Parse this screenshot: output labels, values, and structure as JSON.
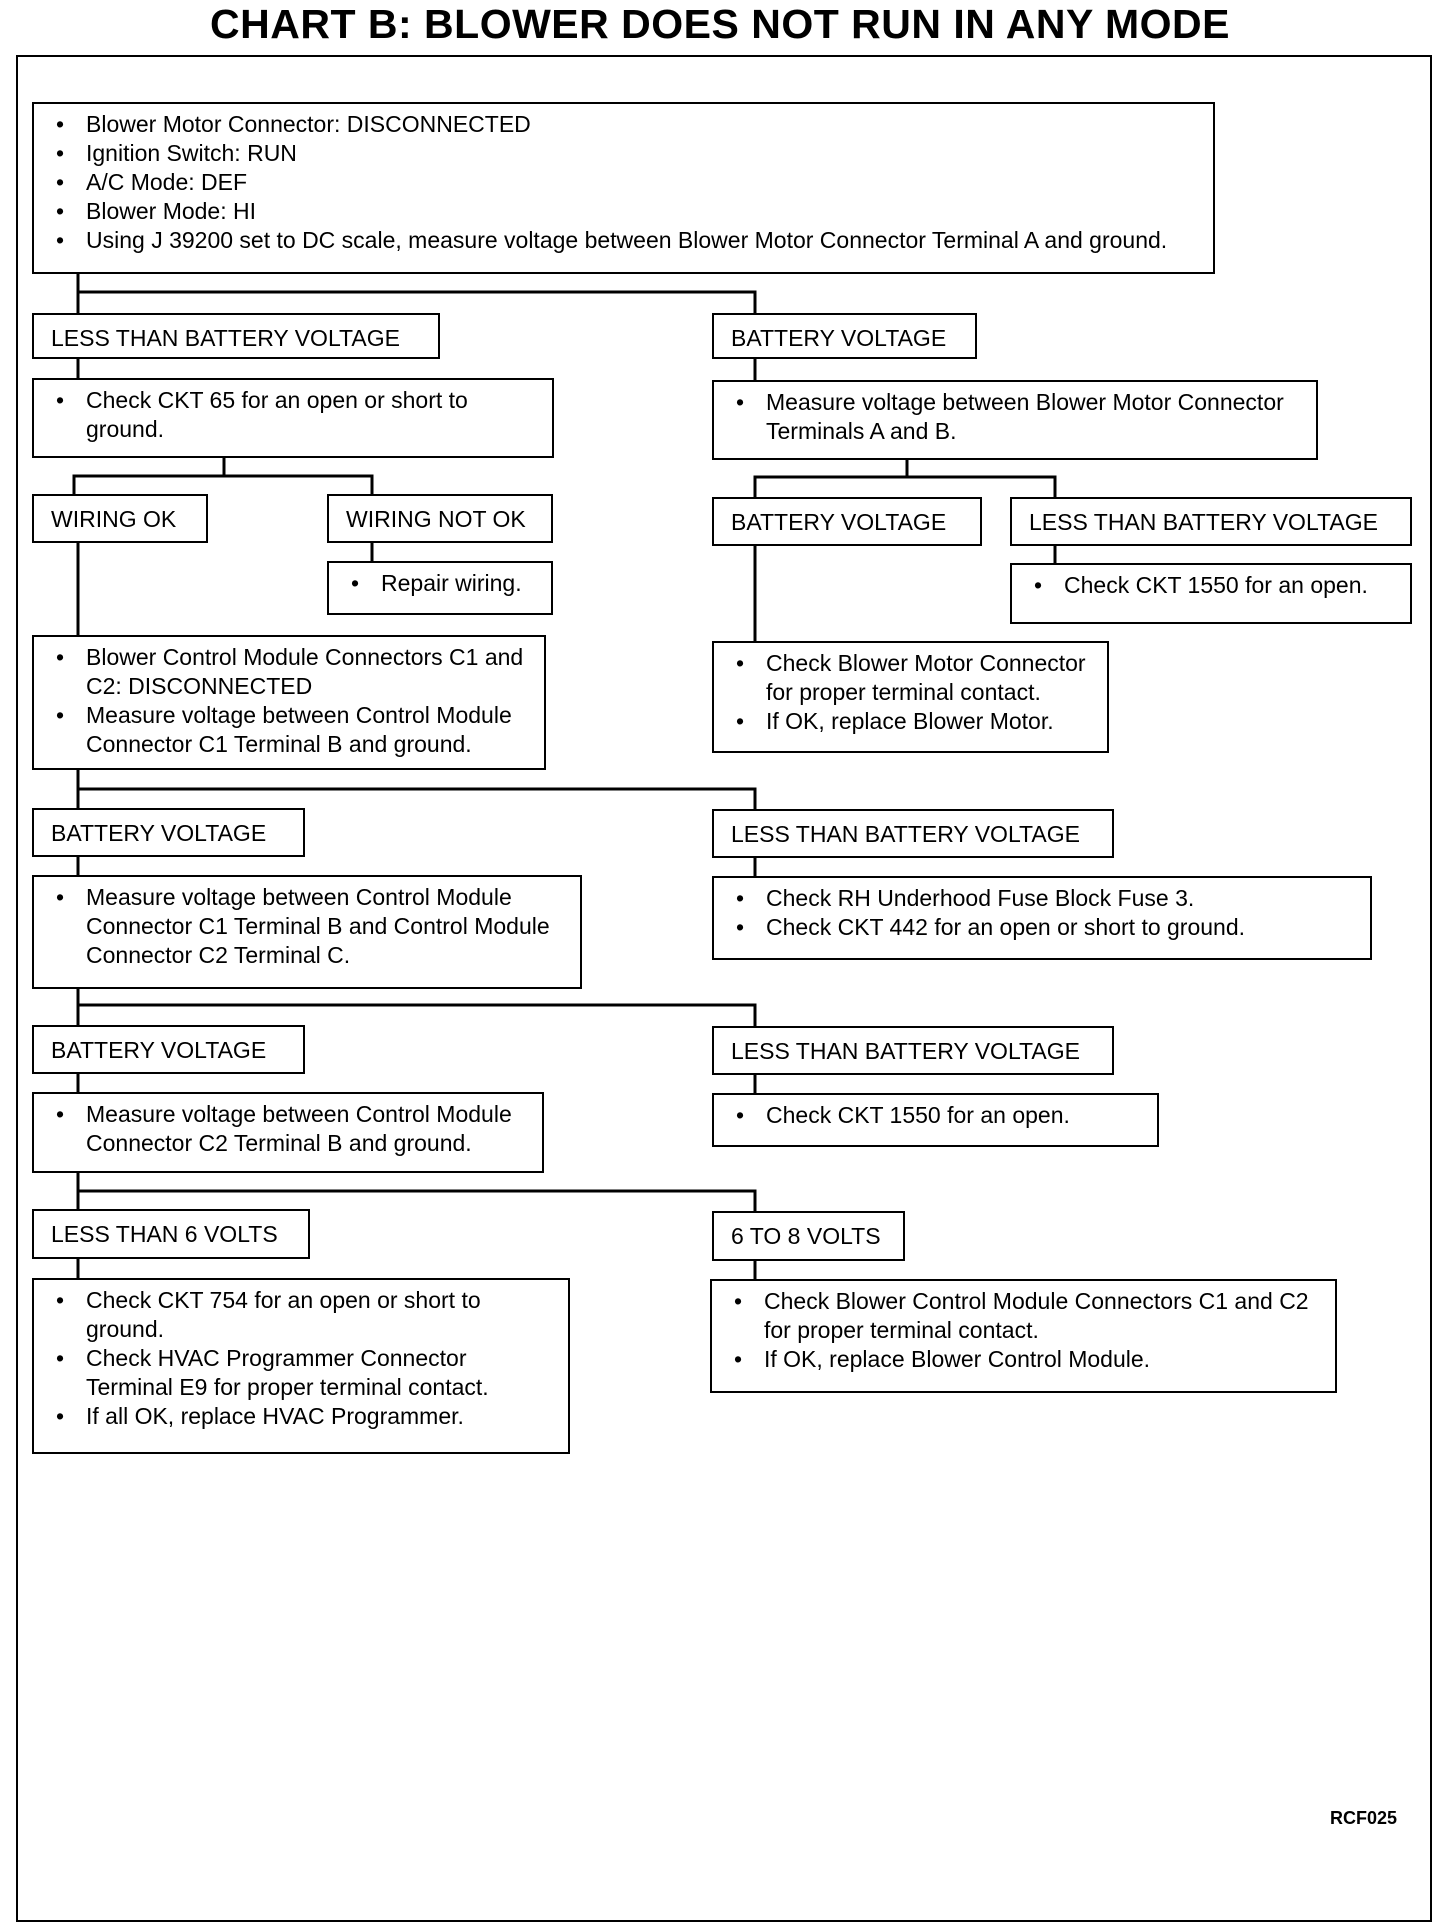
{
  "title": "CHART B: BLOWER DOES NOT RUN IN ANY MODE",
  "ref_code": "RCF025",
  "nodes": {
    "start": {
      "bullets": [
        "Blower Motor Connector: DISCONNECTED",
        "Ignition Switch: RUN",
        "A/C Mode: DEF",
        "Blower Mode: HI",
        "Using J 39200 set to DC scale, measure voltage between Blower Motor Connector Terminal A and ground."
      ]
    },
    "l1_less": {
      "label": "LESS THAN BATTERY VOLTAGE"
    },
    "l1_batt": {
      "label": "BATTERY VOLTAGE"
    },
    "check_ckt65": {
      "bullets": [
        "Check CKT 65 for an open or short to ground."
      ]
    },
    "measure_ab": {
      "bullets": [
        "Measure voltage between Blower Motor Connector Terminals A and B."
      ]
    },
    "wiring_ok": {
      "label": "WIRING OK"
    },
    "wiring_not_ok": {
      "label": "WIRING NOT OK"
    },
    "repair": {
      "bullets": [
        "Repair wiring."
      ]
    },
    "r2_batt": {
      "label": "BATTERY VOLTAGE"
    },
    "r2_less": {
      "label": "LESS THAN BATTERY VOLTAGE"
    },
    "check_1550_a": {
      "bullets": [
        "Check CKT 1550 for an open."
      ]
    },
    "check_motor": {
      "bullets": [
        "Check Blower Motor Connector for proper terminal contact.",
        "If OK, replace Blower Motor."
      ]
    },
    "module_disc": {
      "bullets": [
        "Blower Control Module Connectors C1 and C2: DISCONNECTED",
        "Measure voltage between Control Module Connector C1 Terminal B and ground."
      ]
    },
    "l3_batt": {
      "label": "BATTERY VOLTAGE"
    },
    "l3_less": {
      "label": "LESS THAN BATTERY VOLTAGE"
    },
    "measure_c1c2": {
      "bullets": [
        "Measure voltage between Control Module Connector C1 Terminal B and Control Module Connector C2 Terminal C."
      ]
    },
    "check_fuse": {
      "bullets": [
        "Check RH Underhood Fuse Block Fuse 3.",
        "Check CKT 442 for an open or short to ground."
      ]
    },
    "l4_batt": {
      "label": "BATTERY VOLTAGE"
    },
    "l4_less": {
      "label": "LESS THAN BATTERY VOLTAGE"
    },
    "measure_c2b": {
      "bullets": [
        "Measure voltage between Control Module Connector C2 Terminal B and ground."
      ]
    },
    "check_1550_b": {
      "bullets": [
        "Check CKT 1550 for an open."
      ]
    },
    "l5_less6": {
      "label": "LESS THAN 6 VOLTS"
    },
    "l5_6to8": {
      "label": "6 TO 8 VOLTS"
    },
    "check_754": {
      "bullets": [
        "Check CKT 754 for an open or short to ground.",
        "Check HVAC Programmer Connector Terminal E9 for proper terminal contact.",
        "If all OK, replace HVAC Programmer."
      ]
    },
    "check_module": {
      "bullets": [
        "Check Blower Control Module Connectors C1 and C2 for proper terminal contact.",
        "If OK, replace Blower Control Module."
      ]
    }
  }
}
